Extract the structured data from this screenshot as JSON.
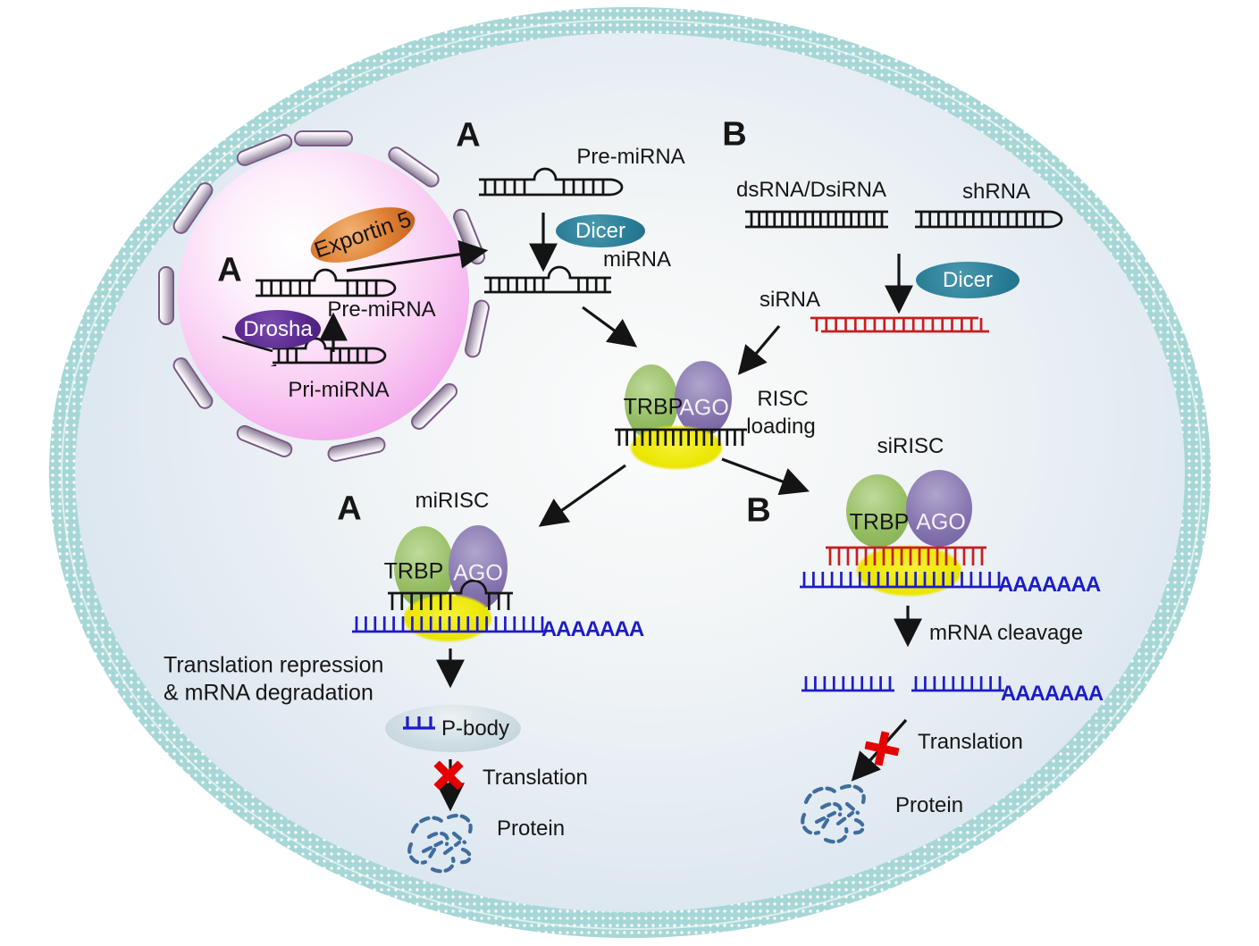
{
  "labels": {
    "nucleus": {
      "section": "A",
      "exportin": "Exportin 5",
      "drosha": "Drosha",
      "pre_mirna": "Pre-miRNA",
      "pri_mirna": "Pri-miRNA"
    },
    "mirna_pathway": {
      "section": "A",
      "pre_mirna": "Pre-miRNA",
      "dicer": "Dicer",
      "mirna": "miRNA"
    },
    "sirna_pathway": {
      "section": "B",
      "dsrna": "dsRNA/DsiRNA",
      "shrna": "shRNA",
      "dicer": "Dicer",
      "sirna": "siRNA"
    },
    "risc": {
      "trbp": "TRBP",
      "ago": "AGO",
      "caption_line1": "RISC",
      "caption_line2": "loading"
    },
    "mirisc": {
      "section": "A",
      "title": "miRISC",
      "trbp": "TRBP",
      "ago": "AGO",
      "poly_a": "AAAAAAA",
      "effect_line1": "Translation repression",
      "effect_line2": "& mRNA degradation",
      "pbody": "P-body",
      "translation": "Translation",
      "protein": "Protein"
    },
    "sirisc": {
      "section": "B",
      "title": "siRISC",
      "trbp": "TRBP",
      "ago": "AGO",
      "poly_a": "AAAAAAA",
      "cleavage": "mRNA cleavage",
      "poly_a_cleaved": "AAAAAAA",
      "translation": "Translation",
      "protein": "Protein"
    }
  },
  "colors": {
    "membrane_teal": "#a6d7d6",
    "cytoplasm_blue": "#d3e1ed",
    "nucleus_pink": "#f2a3ec",
    "pore_gray": "#968a9f",
    "dicer_teal": "#2b7f97",
    "drosha_purple": "#57278b",
    "exportin_orange": "#dd7f33",
    "trbp_green": "#95bd63",
    "ago_purple": "#8472ad",
    "risc_yellow": "#ebe600",
    "mrna_blue": "#1c1cc8",
    "sirna_red": "#c81e1e",
    "block_red": "#e40000",
    "rna_black": "#141414"
  }
}
